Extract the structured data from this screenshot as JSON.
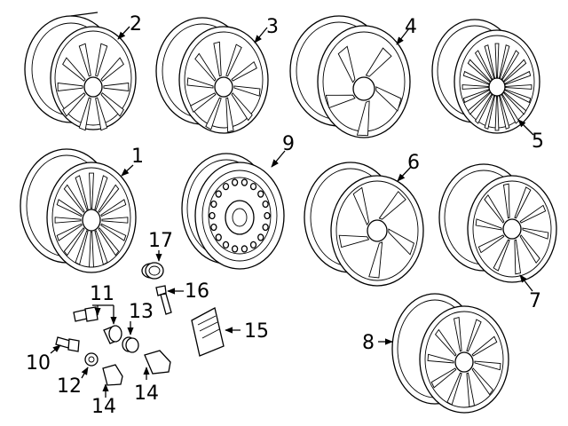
{
  "callouts": {
    "c1": "1",
    "c2": "2",
    "c3": "3",
    "c4": "4",
    "c5": "5",
    "c6": "6",
    "c7": "7",
    "c8": "8",
    "c9": "9",
    "c10": "10",
    "c11": "11",
    "c12": "12",
    "c13": "13",
    "c14a": "14",
    "c14b": "14",
    "c15": "15",
    "c16": "16",
    "c17": "17"
  }
}
